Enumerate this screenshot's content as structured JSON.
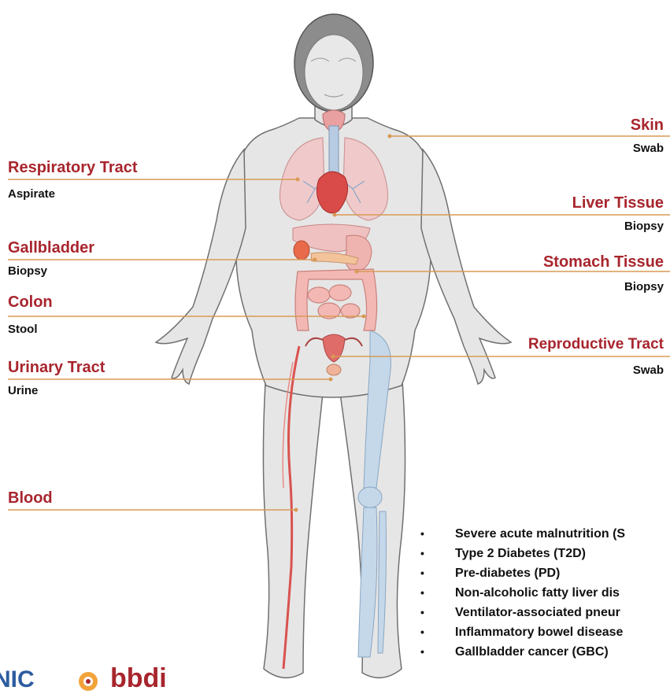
{
  "labels": {
    "skin": {
      "title": "Skin",
      "sample": "Swab"
    },
    "respiratory": {
      "title": "Respiratory Tract",
      "sample": "Aspirate"
    },
    "liver": {
      "title": "Liver Tissue",
      "sample": "Biopsy"
    },
    "gallbladder": {
      "title": "Gallbladder",
      "sample": "Biopsy"
    },
    "stomach": {
      "title": "Stomach Tissue",
      "sample": "Biopsy"
    },
    "colon": {
      "title": "Colon",
      "sample": "Stool"
    },
    "reproductive": {
      "title": "Reproductive Tract",
      "sample": "Swab"
    },
    "urinary": {
      "title": "Urinary Tract",
      "sample": "Urine"
    },
    "blood": {
      "title": "Blood"
    }
  },
  "diseases": [
    "Severe acute malnutrition (S",
    "Type 2 Diabetes (T2D)",
    "Pre-diabetes (PD)",
    "Non-alcoholic fatty liver dis",
    "Ventilator-associated pneur",
    "Inflammatory bowel disease",
    "Gallbladder cancer (GBC)"
  ],
  "logo": {
    "left": "NIC",
    "right": "bbdi"
  },
  "colors": {
    "accent": "#a8252d",
    "leader_line": "#d89a55",
    "skin": "#e4e4e4",
    "outline": "#666666",
    "organ": "#e58a82",
    "bone": "#b8d0e6"
  }
}
